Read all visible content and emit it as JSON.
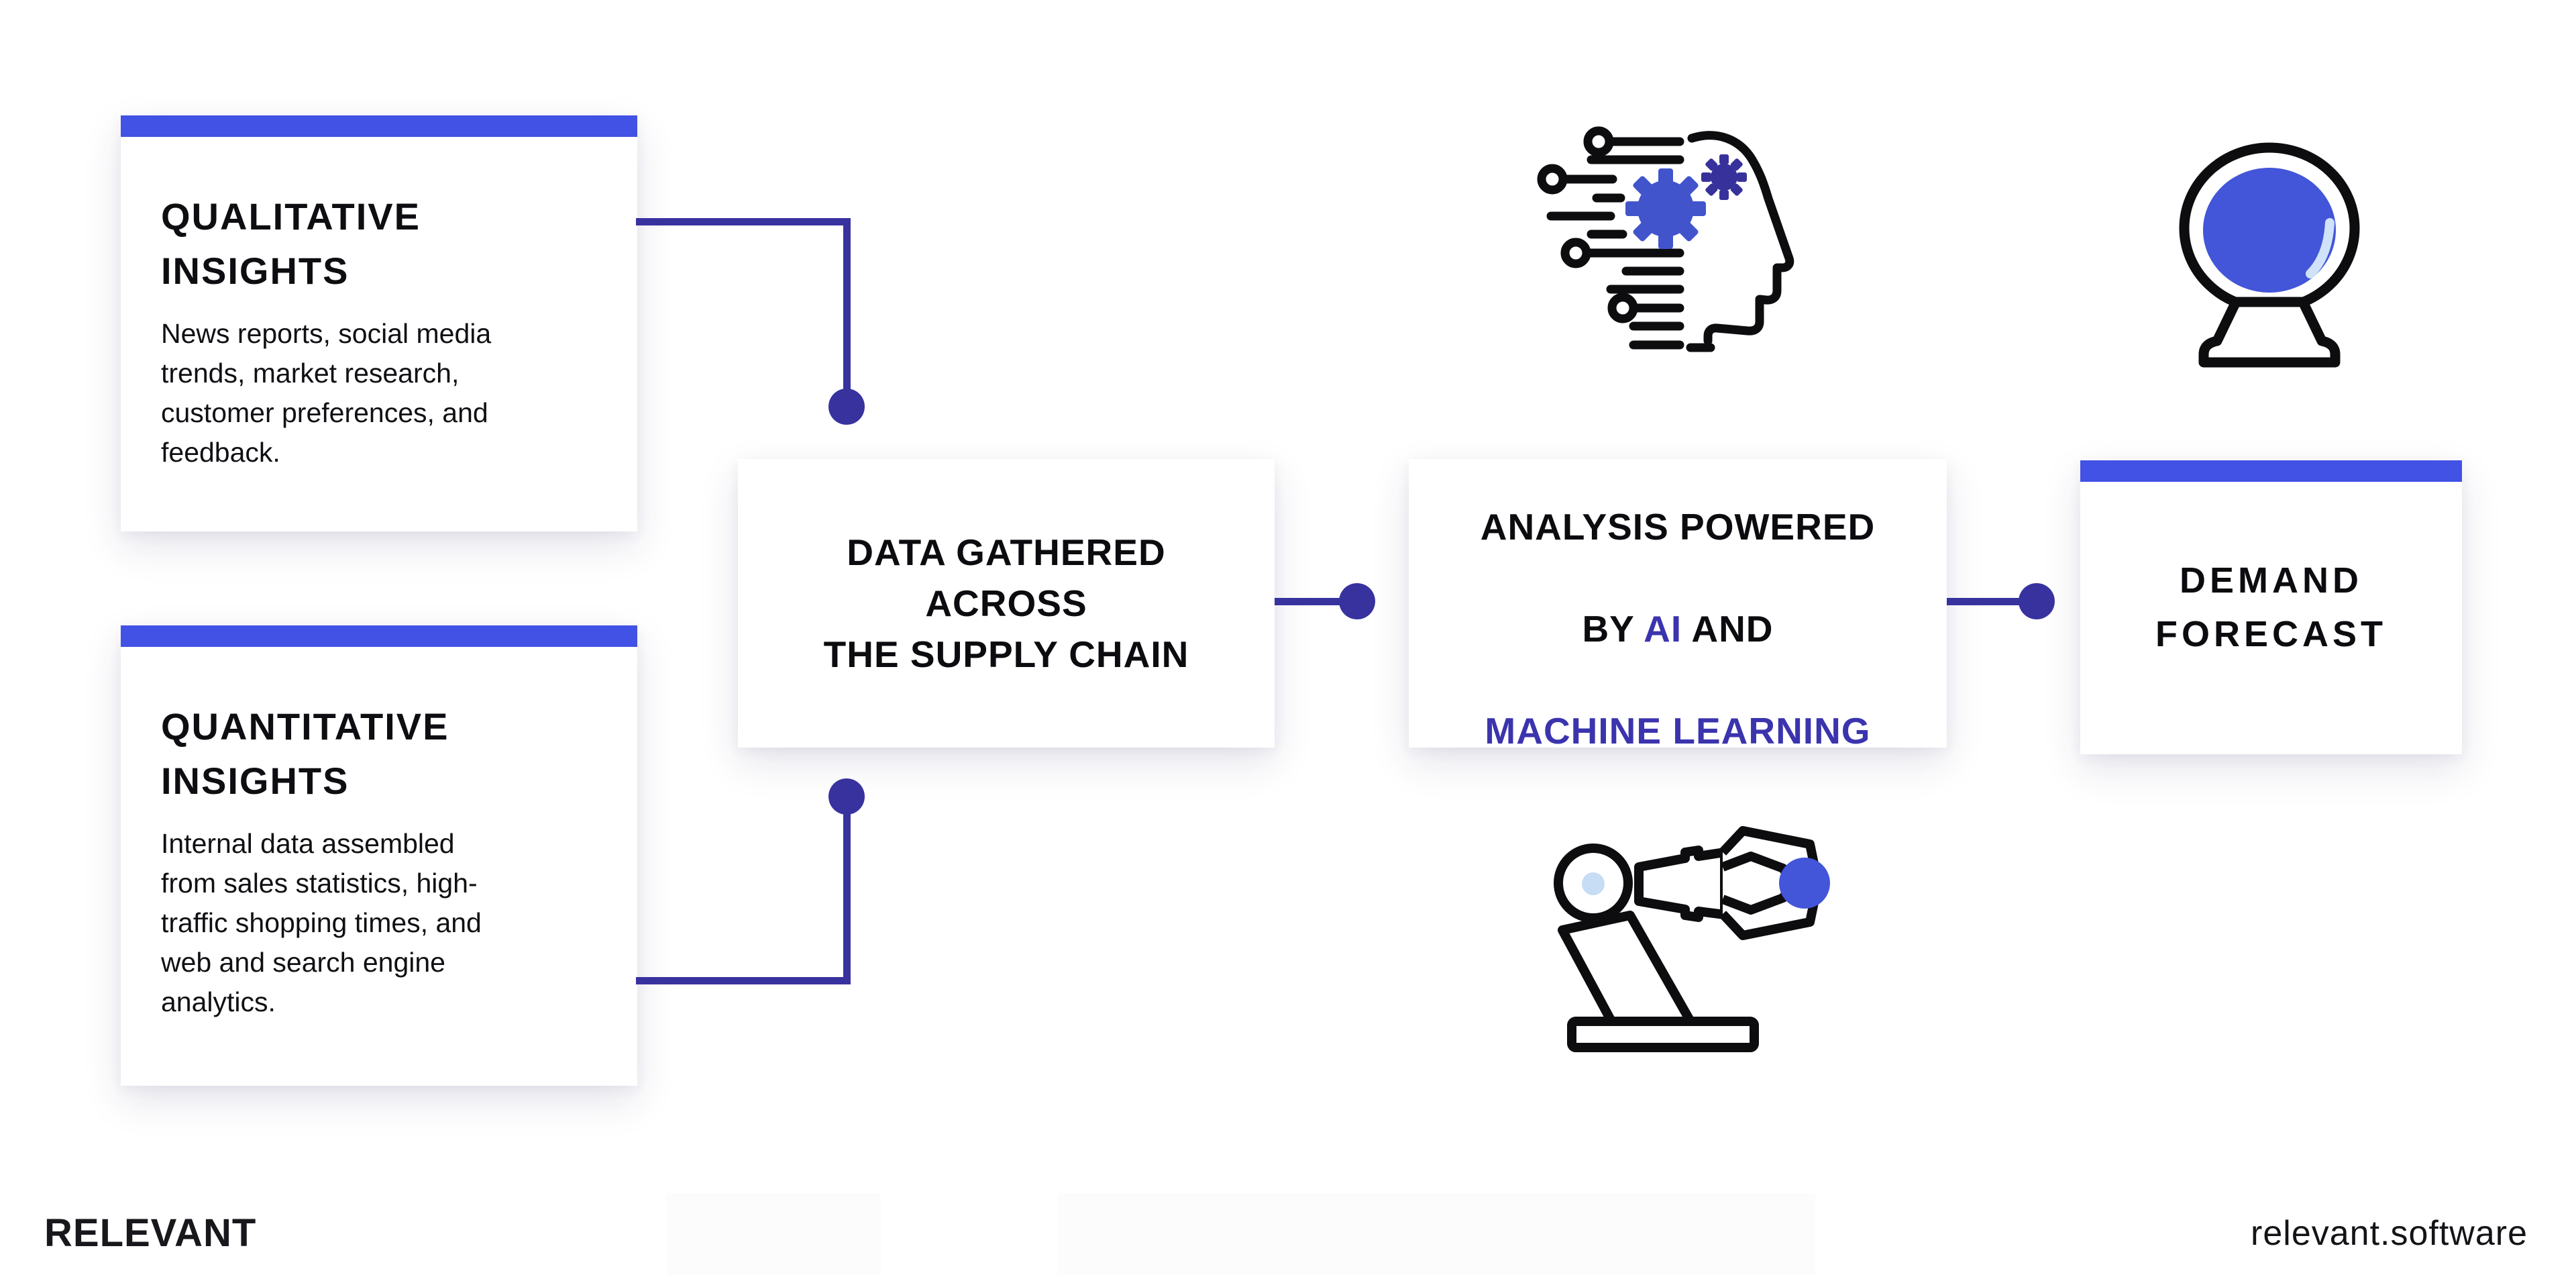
{
  "cards": {
    "qualitative": {
      "title_lines": [
        "QUALITATIVE",
        "INSIGHTS"
      ],
      "body_lines": [
        "News reports, social media",
        "trends, market research,",
        "customer preferences, and",
        "feedback."
      ]
    },
    "quantitative": {
      "title_lines": [
        "QUANTITATIVE",
        "INSIGHTS"
      ],
      "body_lines": [
        "Internal data assembled",
        "from sales statistics, high-",
        "traffic shopping times, and",
        "web and search engine",
        "analytics."
      ]
    },
    "data_gathered": {
      "title_lines": [
        "DATA GATHERED",
        "ACROSS",
        "THE SUPPLY CHAIN"
      ]
    },
    "analysis": {
      "line1": "ANALYSIS POWERED",
      "line2_prefix": "BY ",
      "line2_ai": "AI",
      "line2_suffix": " AND",
      "line3": "MACHINE LEARNING"
    },
    "demand": {
      "title_lines": [
        "DEMAND",
        "FORECAST"
      ]
    }
  },
  "icons": {
    "ai_head": "ai-head-with-gears",
    "crystal_ball": "crystal-ball",
    "robot_arm": "robot-arm-gripper"
  },
  "footer": {
    "logo": "RELEVANT",
    "website": "relevant.software"
  },
  "colors": {
    "accent_bar_blue": "#4152e4",
    "connector_indigo": "#38329f",
    "highlight_text_indigo": "#3b34ae",
    "icon_gear_blue": "#4254cc",
    "icon_gear_dark": "#37329b",
    "icon_ball_blue": "#4355d8",
    "icon_light_blue": "#c7dcf5",
    "text_black": "#0e0e12"
  }
}
